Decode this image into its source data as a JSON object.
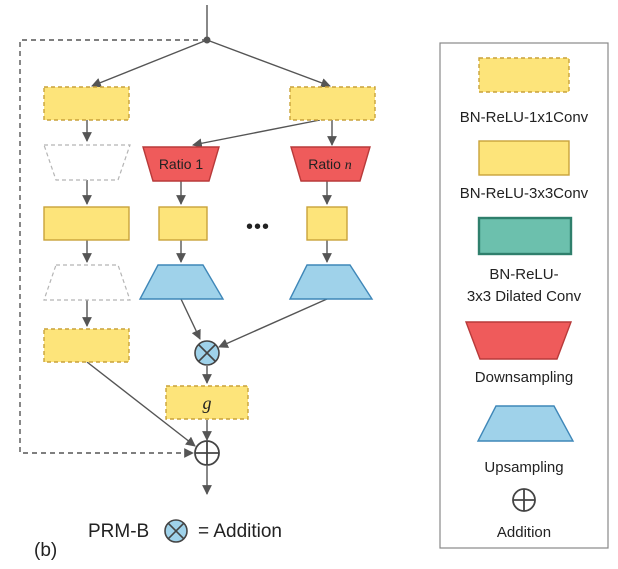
{
  "figure": {
    "panel_label": "(b)",
    "caption_left": "PRM-B",
    "caption_right": "= Addition"
  },
  "diagram": {
    "ratio_1_label": "Ratio 1",
    "ratio_n_prefix": "Ratio ",
    "ratio_n_var": "n",
    "g_label": "g",
    "ellipsis": "•••"
  },
  "legend": {
    "items": [
      {
        "label": "BN-ReLU-1x1Conv"
      },
      {
        "label": "BN-ReLU-3x3Conv"
      },
      {
        "label_line1": "BN-ReLU-",
        "label_line2": "3x3 Dilated Conv"
      },
      {
        "label": "Downsampling"
      },
      {
        "label": "Upsampling"
      },
      {
        "label": "Addition"
      }
    ]
  },
  "colors": {
    "yellow_fill": "#fde47a",
    "yellow_stroke": "#c9a23a",
    "red_fill": "#ef5b5b",
    "red_stroke": "#b83a3a",
    "blue_fill": "#9fd2ea",
    "blue_stroke": "#3f87b8",
    "teal_fill": "#6cc0ad",
    "teal_stroke": "#2f7f6c",
    "line": "#555555",
    "ghost": "#b5b5b5"
  }
}
